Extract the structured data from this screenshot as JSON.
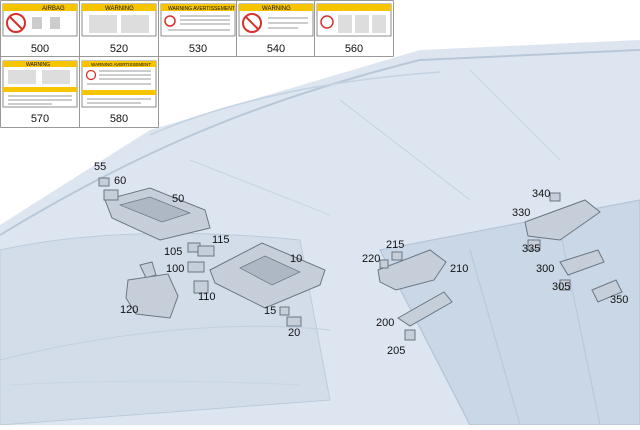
{
  "label_grid": {
    "cells": [
      {
        "num": "500",
        "word": "AIRBAG",
        "kind": "airbag"
      },
      {
        "num": "520",
        "word": "WARNING",
        "kind": "warn-seats"
      },
      {
        "num": "530",
        "word": "WARNING AVERTISSEMENT",
        "kind": "warn-text"
      },
      {
        "num": "540",
        "word": "WARNING",
        "kind": "warn-prohib"
      },
      {
        "num": "560",
        "word": "",
        "kind": "warn-strip"
      },
      {
        "num": "570",
        "word": "WARNING",
        "kind": "warn-tall"
      },
      {
        "num": "580",
        "word": "WARNING AVERTISSEMENT",
        "kind": "warn-tall-text"
      }
    ]
  },
  "callouts": [
    "55",
    "60",
    "50",
    "105",
    "115",
    "100",
    "110",
    "10",
    "120",
    "15",
    "20",
    "215",
    "220",
    "210",
    "200",
    "205",
    "340",
    "330",
    "335",
    "300",
    "305",
    "350"
  ],
  "colors": {
    "car_fill": "#d7e2ee",
    "car_line": "#b9c8d9",
    "part_fill": "#c4cdd8",
    "part_line": "#6b7684",
    "label_yellow": "#f6c500",
    "prohibit_red": "#d8312b"
  }
}
